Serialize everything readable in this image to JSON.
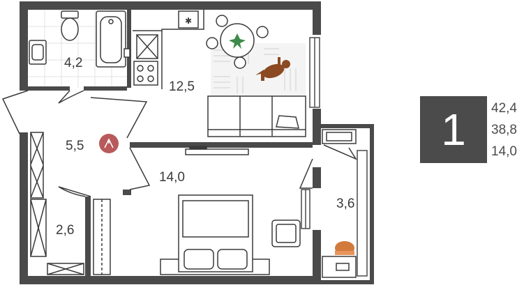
{
  "rooms": [
    {
      "id": "bathroom",
      "area": "4,2"
    },
    {
      "id": "kitchen",
      "area": "12,5"
    },
    {
      "id": "hallway",
      "area": "5,5"
    },
    {
      "id": "bedroom",
      "area": "14,0"
    },
    {
      "id": "balcony",
      "area": "3,6"
    },
    {
      "id": "storage",
      "area": "2,6"
    }
  ],
  "summary": {
    "room_count": "1",
    "total_area": "42,4",
    "living_area": "38,8",
    "room_area": "14,0"
  },
  "colors": {
    "wall": "#4a4a4a",
    "line": "#3a3a3a",
    "accent_marker": "#b85a5a",
    "plant": "#3e8a4a",
    "dog": "#8b4a22",
    "chair": "#d27a3c",
    "badge_bg": "#4b4b4b"
  },
  "icons": [
    "toilet-icon",
    "bathtub-icon",
    "sink-icon",
    "stove-icon",
    "fridge-icon",
    "dining-table-icon",
    "plant-icon",
    "dog-icon",
    "sofa-icon",
    "bed-icon",
    "armchair-icon",
    "desk-chair-icon",
    "wardrobe-icon",
    "entrance-marker-icon"
  ]
}
